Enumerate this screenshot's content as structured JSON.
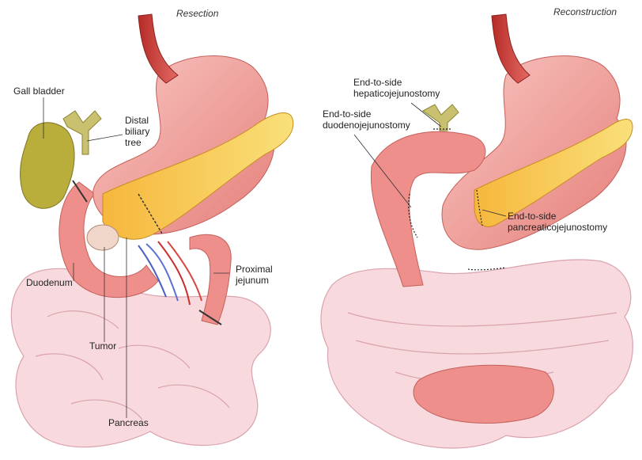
{
  "panels": [
    {
      "title": "Resection",
      "labels": {
        "gall_bladder": "Gall bladder",
        "distal_biliary_tree": "Distal\nbiliary\ntree",
        "duodenum": "Duodenum",
        "tumor": "Tumor",
        "pancreas": "Pancreas",
        "proximal_jejunum": "Proximal\njejunum"
      }
    },
    {
      "title": "Reconstruction",
      "labels": {
        "hepaticojejunostomy": "End-to-side\nhepaticojejunostomy",
        "duodenojejunostomy": "End-to-side\nduodenojejunostomy",
        "pancreaticojejunostomy": "End-to-side\npancreaticojejunostomy"
      }
    }
  ],
  "colors": {
    "stomach": "#f2a3a0",
    "esophagus": "#d9534f",
    "intestine": "#f7d2d8",
    "pancreas": "#f2c24b",
    "gallbladder": "#b7ad3a",
    "bile_duct": "#c9c070",
    "jejunum": "#ef8f8c"
  }
}
